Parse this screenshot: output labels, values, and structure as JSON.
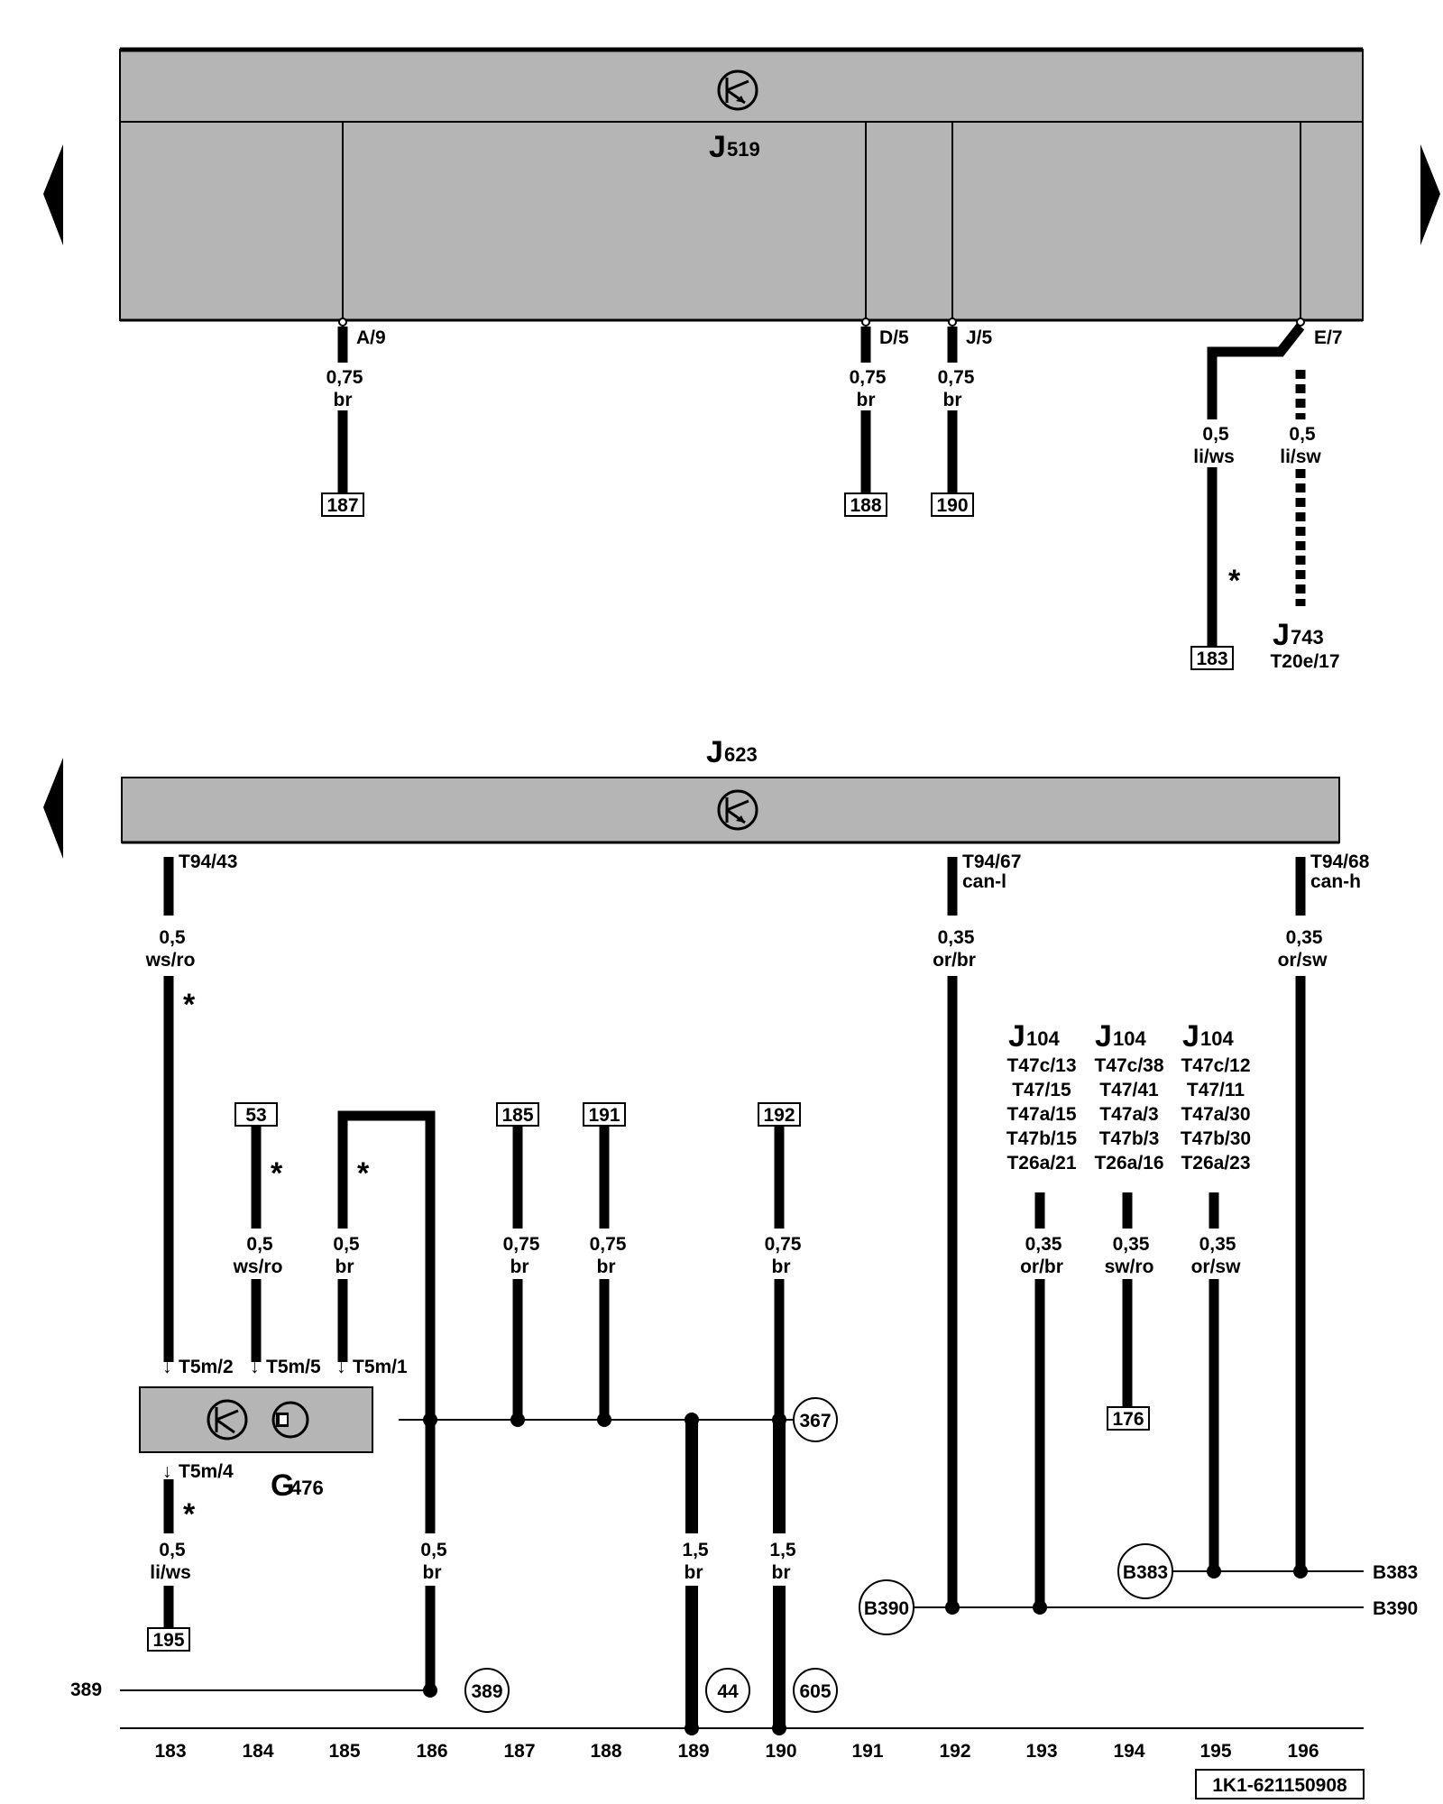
{
  "colors": {
    "module_fill": "#b5b5b5",
    "wire": "#000000",
    "background": "#ffffff"
  },
  "icons": [
    "nav-left-icon",
    "nav-right-icon",
    "control-unit-symbol-icon",
    "sensor-symbol-icon"
  ],
  "top": {
    "module": {
      "letter": "J",
      "number": "519"
    },
    "pins": [
      {
        "pin": "A/9",
        "gauge": "0,75",
        "color": "br",
        "target": "187"
      },
      {
        "pin": "D/5",
        "gauge": "0,75",
        "color": "br",
        "target": "188"
      },
      {
        "pin": "J/5",
        "gauge": "0,75",
        "color": "br",
        "target": "190"
      },
      {
        "pin": "E/7"
      }
    ],
    "wire_liws": {
      "gauge": "0,5",
      "color": "li/ws",
      "star": "*",
      "target": "183"
    },
    "wire_lisw": {
      "gauge": "0,5",
      "color": "li/sw",
      "dest_letter": "J",
      "dest_number": "743",
      "dest_pin": "T20e/17"
    }
  },
  "bottom": {
    "module": {
      "letter": "J",
      "number": "623"
    },
    "pins": [
      {
        "pin": "T94/43",
        "gauge": "0,5",
        "color": "ws/ro",
        "star": "*"
      },
      {
        "pin": "T94/67",
        "sub": "can-l",
        "gauge": "0,35",
        "color": "or/br"
      },
      {
        "pin": "T94/68",
        "sub": "can-h",
        "gauge": "0,35",
        "color": "or/sw"
      }
    ],
    "refboxes": {
      "r53": "53",
      "r185": "185",
      "r191": "191",
      "r192": "192",
      "r176": "176",
      "r195": "195"
    },
    "wires": {
      "w184": {
        "gauge": "0,5",
        "color": "ws/ro",
        "star": "*"
      },
      "w185": {
        "gauge": "0,5",
        "color": "br",
        "star": "*"
      },
      "w187": {
        "gauge": "0,75",
        "color": "br"
      },
      "w188": {
        "gauge": "0,75",
        "color": "br"
      },
      "w190": {
        "gauge": "0,75",
        "color": "br"
      },
      "w183b": {
        "gauge": "0,5",
        "color": "li/ws",
        "star": "*"
      },
      "w186": {
        "gauge": "0,5",
        "color": "br"
      },
      "w189": {
        "gauge": "1,5",
        "color": "br"
      },
      "w190b": {
        "gauge": "1,5",
        "color": "br"
      },
      "w193": {
        "gauge": "0,35",
        "color": "or/br"
      },
      "w194": {
        "gauge": "0,35",
        "color": "sw/ro"
      },
      "w195": {
        "gauge": "0,35",
        "color": "or/sw"
      }
    },
    "j104_blocks": [
      {
        "letter": "J",
        "number": "104",
        "lines": [
          "T47c/13",
          "T47/15",
          "T47a/15",
          "T47b/15",
          "T26a/21"
        ]
      },
      {
        "letter": "J",
        "number": "104",
        "lines": [
          "T47c/38",
          "T47/41",
          "T47a/3",
          "T47b/3",
          "T26a/16"
        ]
      },
      {
        "letter": "J",
        "number": "104",
        "lines": [
          "T47c/12",
          "T47/11",
          "T47a/30",
          "T47b/30",
          "T26a/23"
        ]
      }
    ],
    "sensor": {
      "letter": "G",
      "number": "476",
      "pins_top": [
        "T5m/2",
        "T5m/5",
        "T5m/1"
      ],
      "pin_bottom": "T5m/4"
    },
    "circles": {
      "c367": "367",
      "c389": "389",
      "c44": "44",
      "c605": "605",
      "cB383": "B383",
      "cB390": "B390"
    },
    "line_labels": {
      "l389": "389",
      "lB383": "B383",
      "lB390": "B390"
    },
    "tracks": [
      "183",
      "184",
      "185",
      "186",
      "187",
      "188",
      "189",
      "190",
      "191",
      "192",
      "193",
      "194",
      "195",
      "196"
    ],
    "doc_id": "1K1-621150908"
  }
}
